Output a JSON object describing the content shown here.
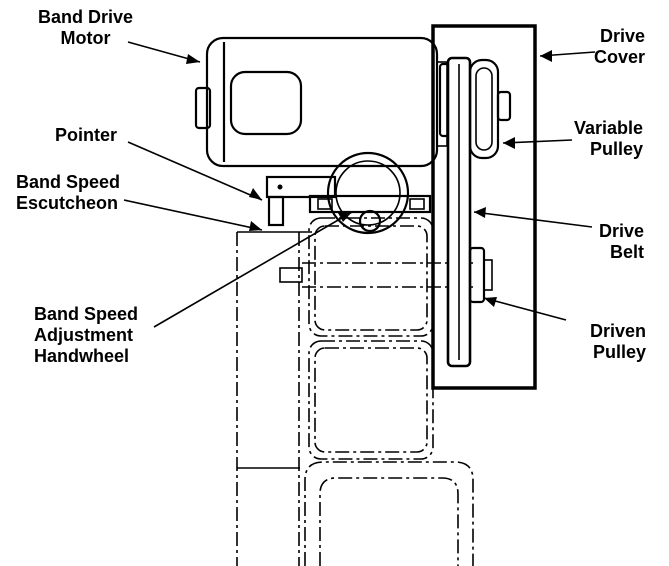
{
  "labels": {
    "band_drive_motor": [
      "Band Drive",
      "Motor"
    ],
    "drive_cover": [
      "Drive",
      "Cover"
    ],
    "pointer": [
      "Pointer"
    ],
    "variable_pulley": [
      "Variable",
      "Pulley"
    ],
    "band_speed_escutcheon": [
      "Band Speed",
      "Escutcheon"
    ],
    "drive_belt": [
      "Drive",
      "Belt"
    ],
    "driven_pulley": [
      "Driven",
      "Pulley"
    ],
    "band_speed_adjustment_handwheel": [
      "Band Speed",
      "Adjustment",
      "Handwheel"
    ]
  }
}
